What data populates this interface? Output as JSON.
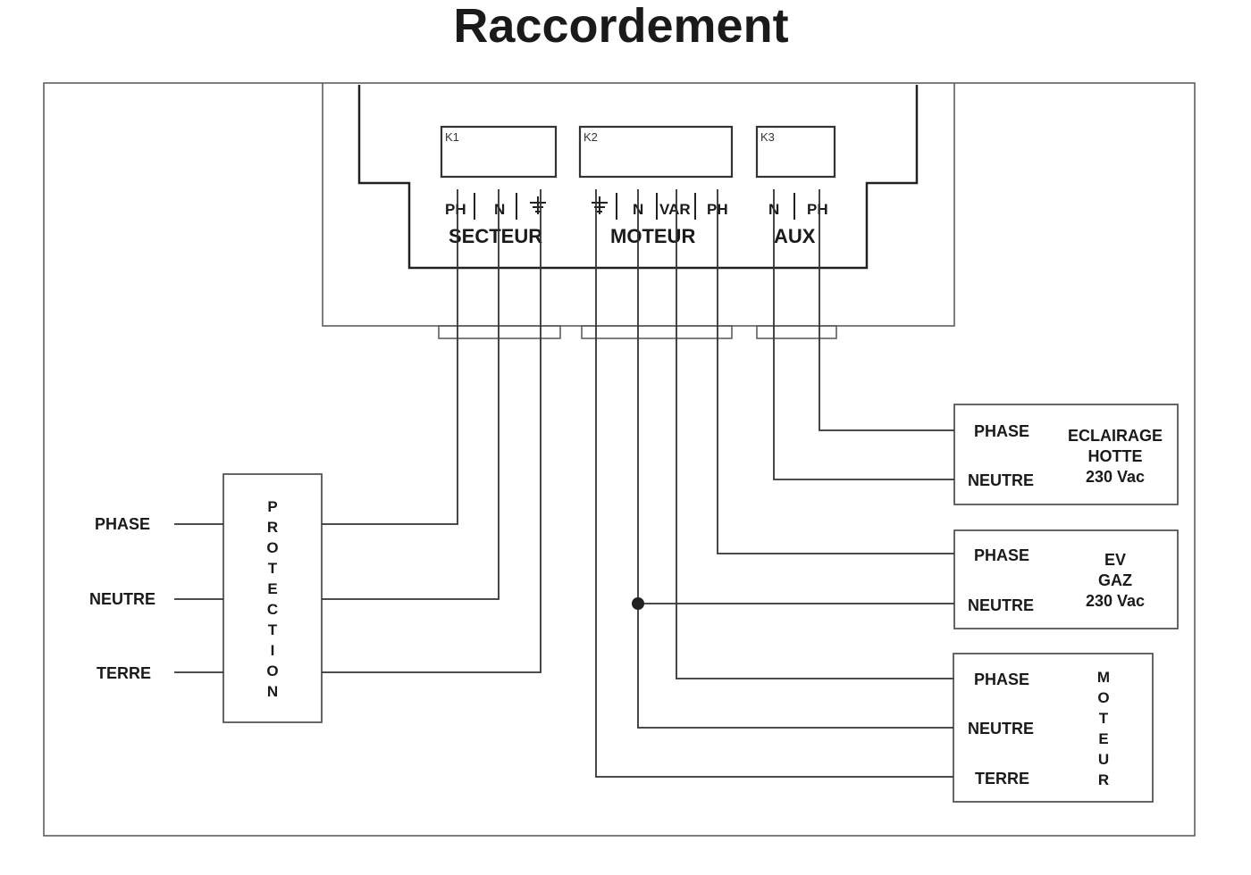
{
  "title": "Raccordement",
  "terminal_blocks": {
    "k1": {
      "ref": "K1",
      "group": "SECTEUR",
      "terminals": {
        "ph": "PH",
        "n": "N",
        "earth_icon": "ground-symbol-icon"
      }
    },
    "k2": {
      "ref": "K2",
      "group": "MOTEUR",
      "terminals": {
        "earth_icon": "ground-symbol-icon",
        "n": "N",
        "var": "VAR",
        "ph": "PH"
      }
    },
    "k3": {
      "ref": "K3",
      "group": "AUX",
      "terminals": {
        "n": "N",
        "ph": "PH"
      }
    }
  },
  "supply": {
    "phase": "PHASE",
    "neutre": "NEUTRE",
    "terre": "TERRE",
    "protection": [
      "P",
      "R",
      "O",
      "T",
      "E",
      "C",
      "T",
      "I",
      "O",
      "N"
    ]
  },
  "loads": {
    "eclairage": {
      "phase": "PHASE",
      "neutre": "NEUTRE",
      "name": [
        "ECLAIRAGE",
        "HOTTE",
        "230 Vac"
      ]
    },
    "ev_gaz": {
      "phase": "PHASE",
      "neutre": "NEUTRE",
      "name": [
        "EV",
        "GAZ",
        "230 Vac"
      ]
    },
    "moteur": {
      "phase": "PHASE",
      "neutre": "NEUTRE",
      "terre": "TERRE",
      "name": [
        "M",
        "O",
        "T",
        "E",
        "U",
        "R"
      ]
    }
  }
}
